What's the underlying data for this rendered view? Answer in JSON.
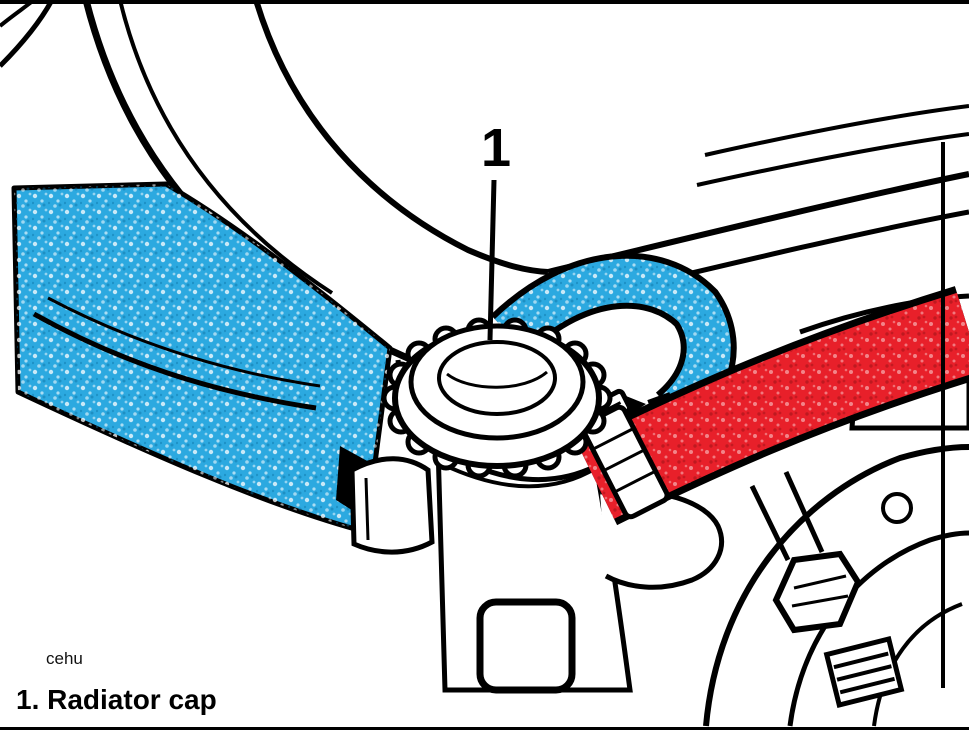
{
  "figure": {
    "callout_1": "1",
    "watermark": "cehu",
    "caption": "1. Radiator cap",
    "legend": [
      {
        "number": "1",
        "label": "Radiator cap"
      }
    ]
  },
  "colors": {
    "background": "#ffffff",
    "line": "#000000",
    "highlight_blue": "#2CA9E0",
    "highlight_red": "#E8202A"
  }
}
